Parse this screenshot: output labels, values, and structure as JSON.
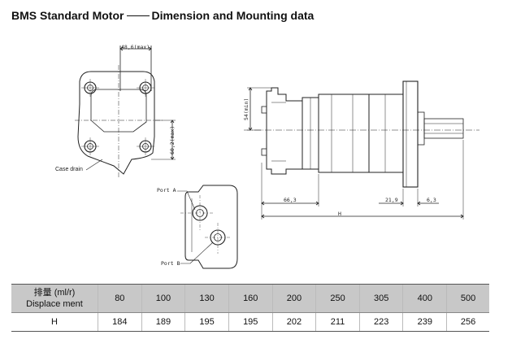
{
  "title": {
    "part1": "BMS Standard Motor",
    "part2": "Dimension and Mounting data"
  },
  "drawing": {
    "dim_top_width": "48,6(max)",
    "dim_height": "60,2(max)",
    "case_drain": "Case drain",
    "dim_54": "54(min)",
    "dim_66": "66,3",
    "dim_21": "21,9",
    "dim_6": "6,3",
    "dim_H": "H",
    "port_a": "Port A",
    "port_b": "Port B"
  },
  "table": {
    "header_line1": "排量 (ml/r)",
    "header_line2": "Displace ment",
    "displacements": [
      "80",
      "100",
      "130",
      "160",
      "200",
      "250",
      "305",
      "400",
      "500"
    ],
    "row_label": "H",
    "h_values": [
      "184",
      "189",
      "195",
      "195",
      "202",
      "211",
      "223",
      "239",
      "256"
    ]
  }
}
